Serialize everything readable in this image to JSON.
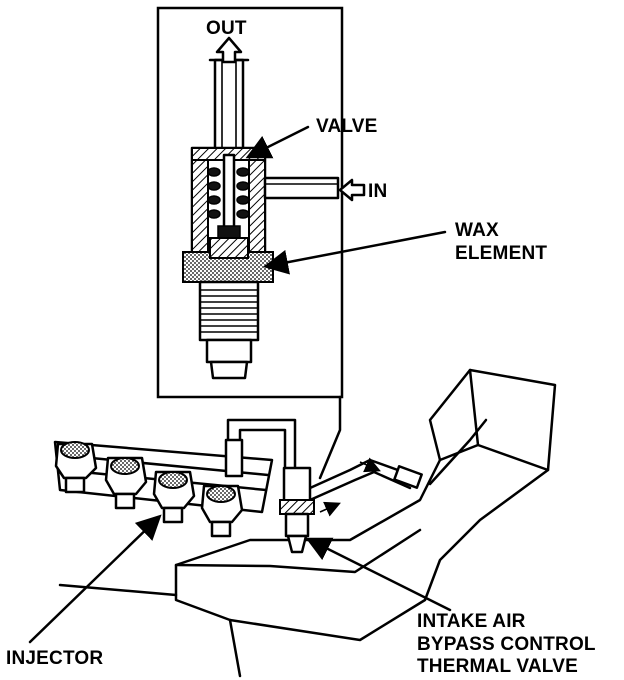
{
  "labels": {
    "out": "OUT",
    "valve": "VALVE",
    "in": "IN",
    "wax_line1": "WAX",
    "wax_line2": "ELEMENT",
    "injector": "INJECTOR",
    "thermal_line1": "INTAKE AIR",
    "thermal_line2": "BYPASS CONTROL",
    "thermal_line3": "THERMAL VALVE"
  },
  "colors": {
    "ink": "#000000",
    "paper": "#ffffff"
  }
}
